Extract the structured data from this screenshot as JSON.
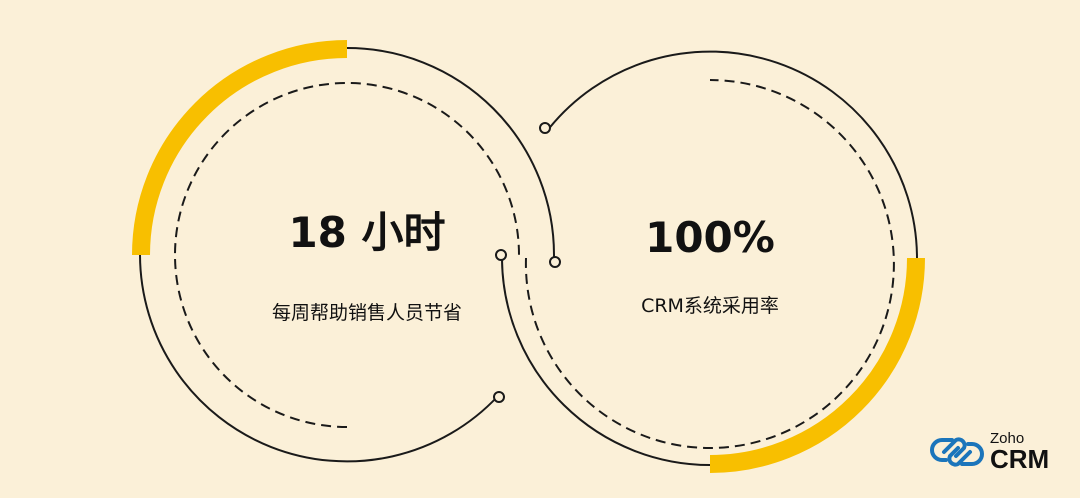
{
  "colors": {
    "background": "#FBF0D8",
    "accent": "#F8BF00",
    "line": "#1a1a1a",
    "logo_blue": "#1B75BB"
  },
  "stats": [
    {
      "value": "18 小时",
      "label": "每周帮助销售人员节省"
    },
    {
      "value": "100%",
      "label": "CRM系统采用率"
    }
  ],
  "logo": {
    "brand": "Zoho",
    "product": "CRM"
  }
}
